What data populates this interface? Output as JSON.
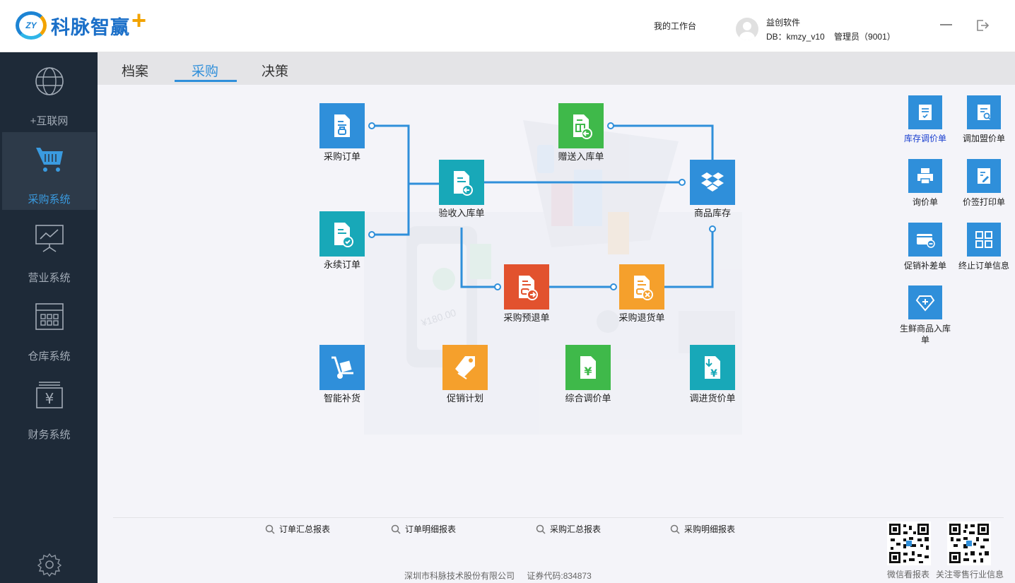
{
  "app": {
    "logo_badge": "ZY",
    "logo_text": "科脉智赢",
    "logo_plus": "+"
  },
  "header": {
    "workbench": "我的工作台",
    "company": "益创软件",
    "db_label": "DB：kmzy_v10",
    "user_label": "管理员（9001）"
  },
  "sidebar": {
    "items": [
      {
        "label": "+互联网",
        "icon": "globe-icon",
        "active": false
      },
      {
        "label": "采购系统",
        "icon": "cart-icon",
        "active": true
      },
      {
        "label": "营业系统",
        "icon": "presentation-icon",
        "active": false
      },
      {
        "label": "仓库系统",
        "icon": "warehouse-icon",
        "active": false
      },
      {
        "label": "财务系统",
        "icon": "finance-icon",
        "active": false
      }
    ]
  },
  "tabs": [
    {
      "label": "档案",
      "active": false
    },
    {
      "label": "采购",
      "active": true
    },
    {
      "label": "决策",
      "active": false
    }
  ],
  "flow": {
    "purchase_order": "采购订单",
    "perpetual_order": "永续订单",
    "receipt_inbound": "验收入库单",
    "gift_inbound": "赠送入库单",
    "inventory": "商品库存",
    "pre_return": "采购预退单",
    "return_order": "采购退货单",
    "smart_replenish": "智能补货",
    "promo_plan": "促销计划",
    "price_adjust": "综合调价单",
    "purchase_price_adjust": "调进货价单"
  },
  "quick": {
    "stock_price_adjust": "库存调价单",
    "franchise_price_adjust": "调加盟价单",
    "inquiry": "询价单",
    "price_tag_print": "价签打印单",
    "promo_diff": "促销补差单",
    "terminate_order": "终止订单信息",
    "fresh_inbound": "生鲜商品入库单"
  },
  "reports": {
    "order_summary": "订单汇总报表",
    "order_detail": "订单明细报表",
    "purchase_summary": "采购汇总报表",
    "purchase_detail": "采购明细报表"
  },
  "footer": {
    "company": "深圳市科脉技术股份有限公司",
    "stock_code": "证券代码:834873",
    "qr1_label": "微信看报表",
    "qr2_label": "关注零售行业信息"
  },
  "illustration": {
    "amount": "¥180.00",
    "yen": "¥"
  },
  "colors": {
    "accent": "#2f8fda",
    "sidebar_bg": "#1e2a38",
    "green": "#3fb94a",
    "red": "#e2522e",
    "orange": "#f5a02c",
    "teal": "#18a8b8"
  }
}
